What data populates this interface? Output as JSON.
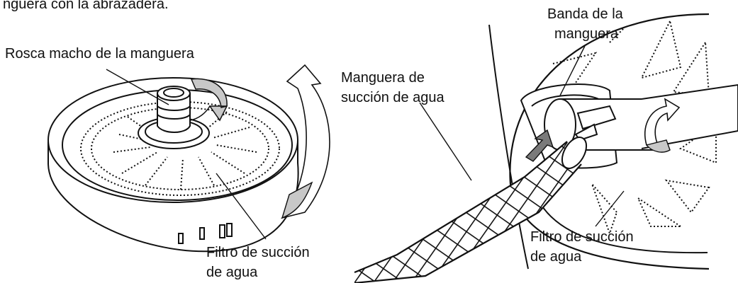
{
  "header": {
    "partial_text": "nguera con la abrazadera."
  },
  "left_figure": {
    "label_thread": "Rosca macho de la manguera",
    "label_filter_line1": "Filtro de succión",
    "label_filter_line2": "de agua"
  },
  "right_figure": {
    "label_band_line1": "Banda de la",
    "label_band_line2": "manguera",
    "label_hose_line1": "Manguera de",
    "label_hose_line2": "succión de agua",
    "label_filter_line1": "Filtro de succión",
    "label_filter_line2": "de agua"
  },
  "colors": {
    "line": "#111111",
    "arrow_fill": "#c8c8c8",
    "push_arrow_fill": "#7a7a7a"
  }
}
